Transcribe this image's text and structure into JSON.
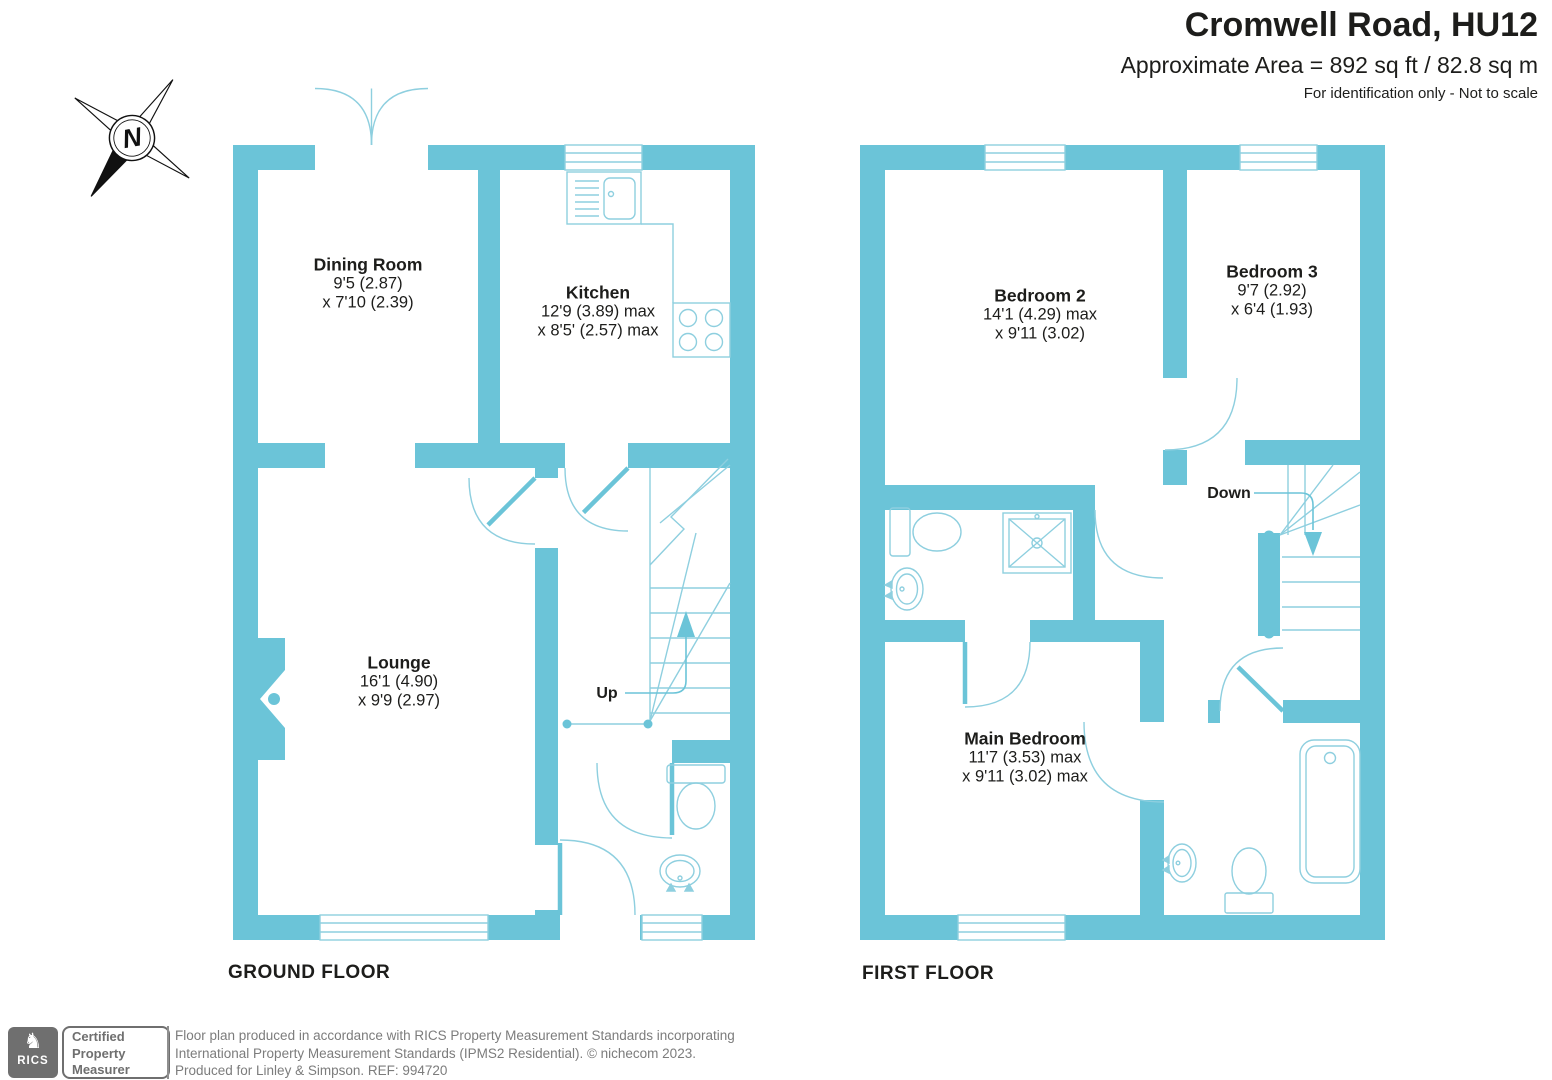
{
  "header": {
    "title": "Cromwell Road, HU12",
    "area_line": "Approximate Area = 892 sq ft / 82.8 sq m",
    "note": "For identification only - Not to scale"
  },
  "compass": {
    "north_label": "N"
  },
  "ground_floor": {
    "caption": "GROUND FLOOR",
    "stairs_label": "Up",
    "rooms": {
      "dining": {
        "name": "Dining Room",
        "dim1": "9'5 (2.87)",
        "dim2": "x 7'10 (2.39)"
      },
      "kitchen": {
        "name": "Kitchen",
        "dim1": "12'9 (3.89) max",
        "dim2": "x 8'5' (2.57) max"
      },
      "lounge": {
        "name": "Lounge",
        "dim1": "16'1 (4.90)",
        "dim2": "x 9'9 (2.97)"
      }
    }
  },
  "first_floor": {
    "caption": "FIRST FLOOR",
    "stairs_label": "Down",
    "rooms": {
      "bedroom2": {
        "name": "Bedroom 2",
        "dim1": "14'1 (4.29) max",
        "dim2": "x 9'11 (3.02)"
      },
      "bedroom3": {
        "name": "Bedroom 3",
        "dim1": "9'7 (2.92)",
        "dim2": "x 6'4 (1.93)"
      },
      "main_bedroom": {
        "name": "Main Bedroom",
        "dim1": "11'7 (3.53) max",
        "dim2": "x 9'11 (3.02) max"
      }
    }
  },
  "footer": {
    "rics_label": "RICS",
    "badge": {
      "line1": "Certified",
      "line2": "Property",
      "line3": "Measurer"
    },
    "disclaimer_line1": "Floor plan produced in accordance with RICS Property Measurement Standards incorporating",
    "disclaimer_line2": "International Property Measurement Standards (IPMS2 Residential).   © nichecom 2023.",
    "disclaimer_line3": "Produced for Linley & Simpson.   REF: 994720"
  },
  "colors": {
    "wall": "#6bc4d8",
    "fixture_line": "#8ecfdf",
    "text": "#1d1d1b",
    "footer_text": "#7c7c7c"
  }
}
